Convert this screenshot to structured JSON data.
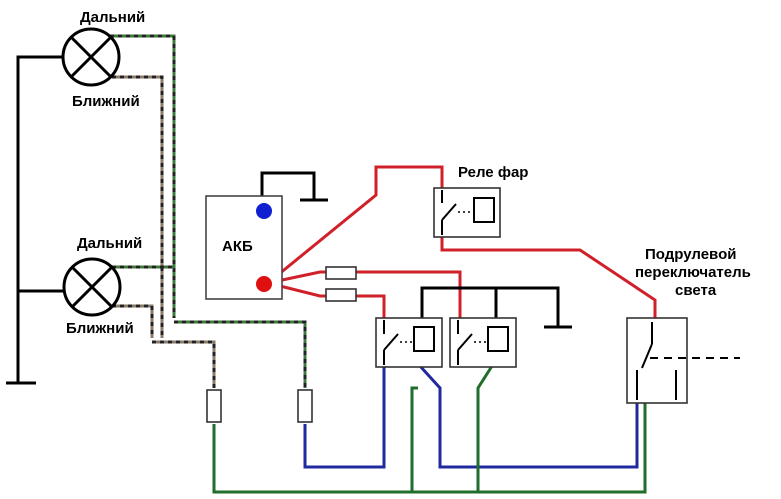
{
  "labels": {
    "lamp_top_high": "Дальний",
    "lamp_top_low": "Ближний",
    "lamp_bottom_high": "Дальний",
    "lamp_bottom_low": "Ближний",
    "battery": "АКБ",
    "headlight_relay": "Реле фар",
    "switch_line1": "Подрулевой",
    "switch_line2": "переключатель",
    "switch_line3": "света"
  },
  "colors": {
    "ground": "#000000",
    "power": "#d0202a",
    "high_beam": "#1f6e2a",
    "low_beam": "#1f2a9e",
    "dashed_green": "#3a7a3a",
    "dashed_brown": "#8a7a6a",
    "battery_minus": "#1020d0",
    "battery_plus": "#e01010"
  },
  "icons": [
    "lamp-icon",
    "battery-icon",
    "relay-icon",
    "fuse-icon",
    "switch-icon",
    "ground-icon"
  ]
}
